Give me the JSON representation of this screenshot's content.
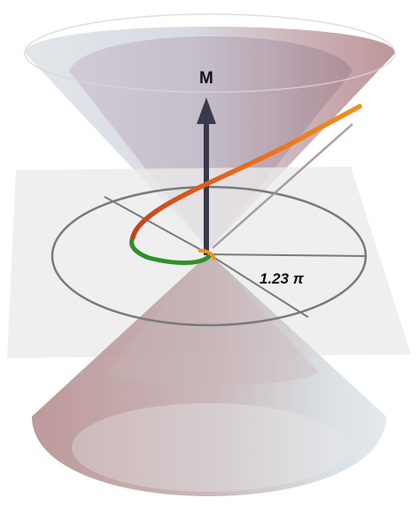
{
  "figure": {
    "vector_label": "M",
    "angle_label": "1.23 π"
  },
  "colors": {
    "background": "#ffffff",
    "plane": "#ecebea",
    "cone_light": "#d6dde4",
    "cone_mauve": "#b98c92",
    "vector_arrow": "#3b3a4a",
    "circle": "#7a7a7a",
    "trajectory_outer": "#e8761c",
    "trajectory_inner": "#2f8f2a"
  },
  "icons": {
    "vector_arrow": "up-arrow",
    "trajectory": "spiral-curve"
  }
}
